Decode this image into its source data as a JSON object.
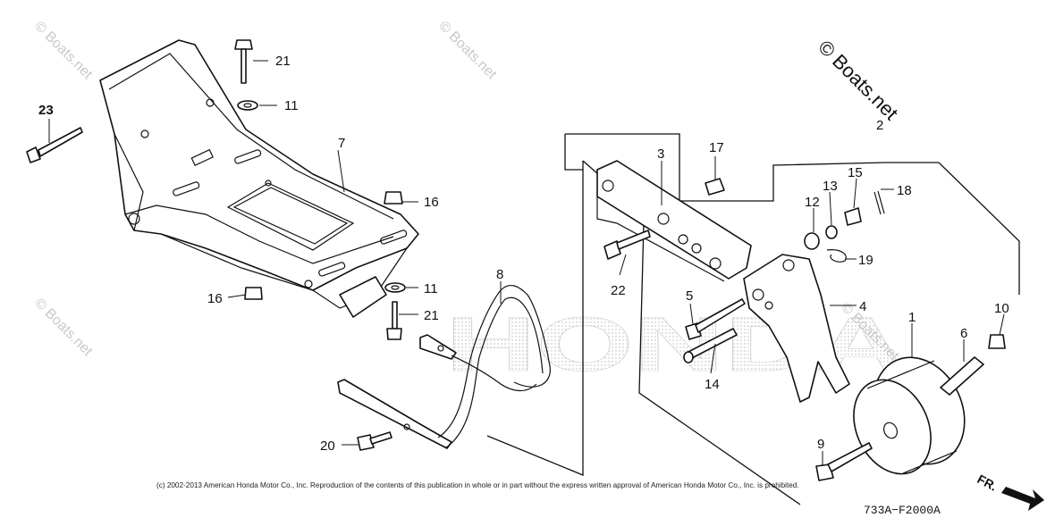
{
  "watermark_text": "© Boats.net",
  "faint_watermark_text": "© Boats.net",
  "background_brand": "HONDA",
  "copyright": "(c) 2002-2013 American Honda Motor Co., Inc. Reproduction of the contents of this publication in whole or in part without the express written approval of American Honda Motor Co., Inc. is prohibited.",
  "diagram_code": "733A−F2000A",
  "front_indicator": "FR.",
  "callouts": {
    "c1": "1",
    "c2": "2",
    "c3": "3",
    "c4": "4",
    "c5": "5",
    "c6": "6",
    "c7": "7",
    "c8": "8",
    "c9": "9",
    "c10": "10",
    "c11a": "11",
    "c11b": "11",
    "c12": "12",
    "c13": "13",
    "c14": "14",
    "c15": "15",
    "c16a": "16",
    "c16b": "16",
    "c17": "17",
    "c18": "18",
    "c19": "19",
    "c20": "20",
    "c21a": "21",
    "c21b": "21",
    "c22": "22",
    "c23": "23"
  }
}
